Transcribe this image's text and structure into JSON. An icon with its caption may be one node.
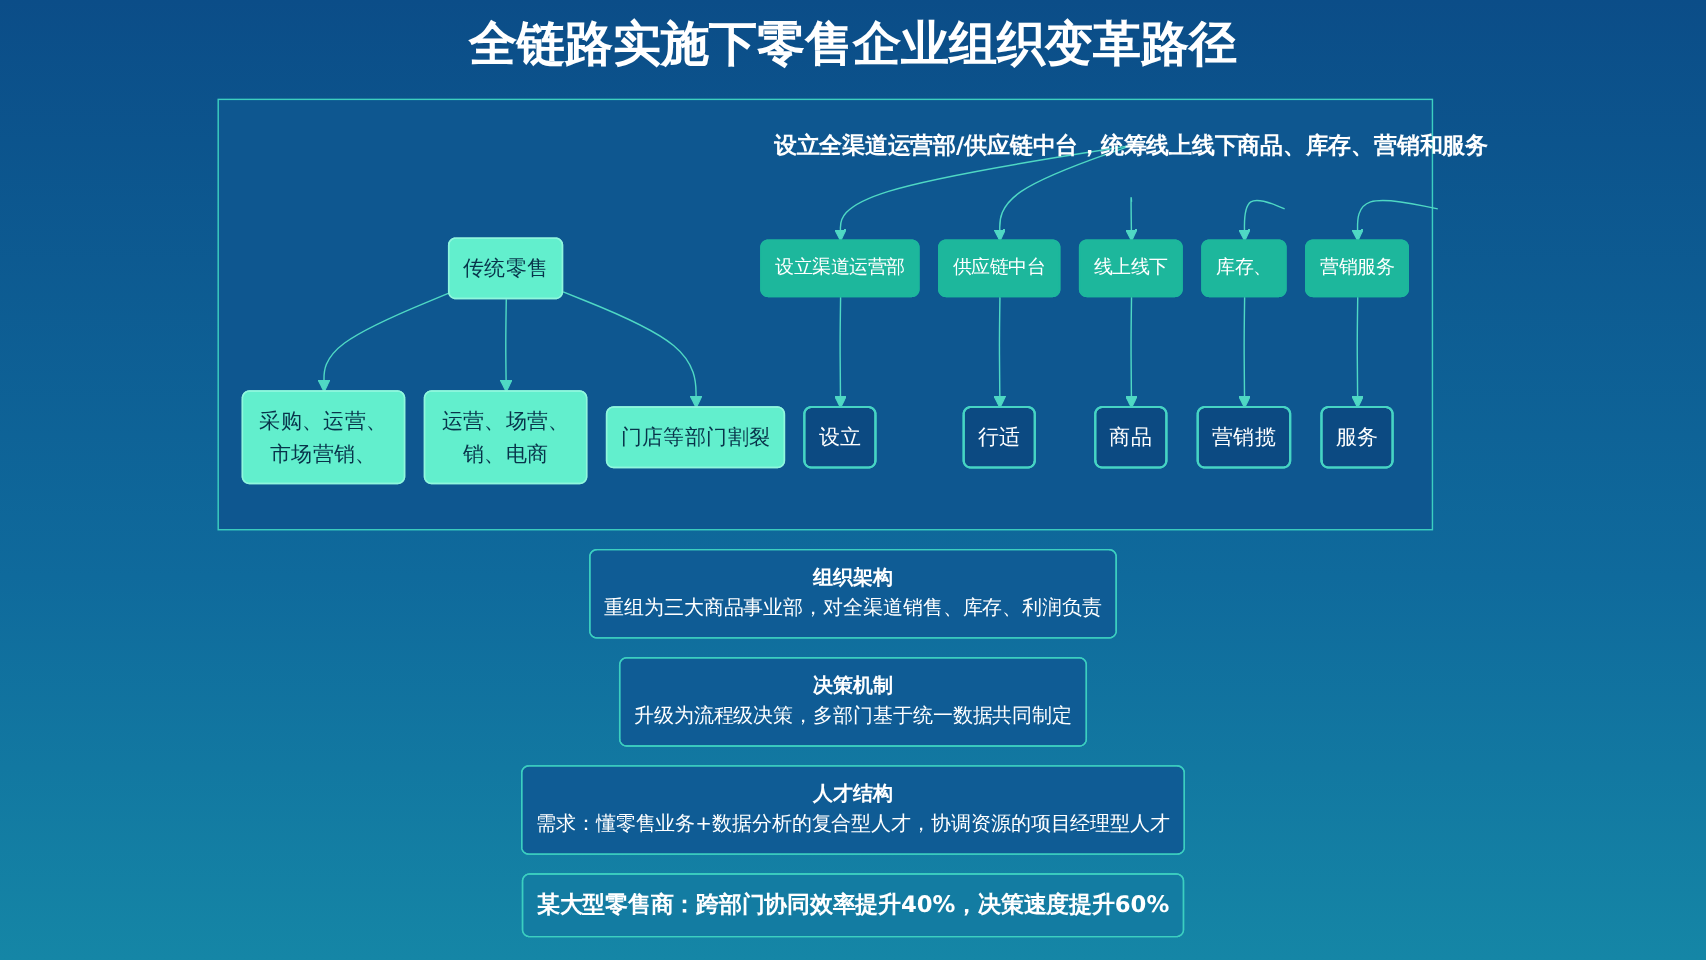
{
  "diagram": {
    "title": "全链路实施下零售企业组织变革路径",
    "nodes": [
      {
        "text": [],
        "shape": "box"
      },
      {
        "text": [
          "传统零售"
        ],
        "in": 0
      },
      {
        "text": [
          "采购、运营、市场营销、"
        ],
        "in": 0
      },
      {
        "text": [
          "运营、场营、销、电商"
        ],
        "in": 0
      },
      {
        "text": [
          "门店等部门割裂"
        ],
        "in": 0
      },
      {
        "text": [
          "设立全渠道运营部/供应链中台，统筹线上线下商品、库存、营销和服务"
        ],
        "in": 0
      },
      {
        "text": [
          "设立渠道运营部"
        ],
        "in": 0
      },
      {
        "text": [
          "供应链中台"
        ],
        "in": 0
      },
      {
        "text": [
          "线上线下"
        ],
        "in": 0
      },
      {
        "text": [
          "库存、"
        ],
        "in": 0
      },
      {
        "text": [
          "营销服务"
        ],
        "in": 0
      },
      {
        "text": [
          "设立"
        ],
        "in": 0
      },
      {
        "text": [
          "行适"
        ],
        "in": 0
      },
      {
        "text": [
          "商品"
        ],
        "in": 0
      },
      {
        "text": [
          "营销揽"
        ],
        "in": 0
      },
      {
        "text": [
          "服务"
        ],
        "in": 0
      },
      {
        "text": [
          "组织架构",
          "重组为三大商品事业部，对全渠道销售、库存、利润负责"
        ]
      },
      {
        "text": [
          "决策机制",
          "升级为流程级决策，多部门基于统一数据共同制定"
        ]
      },
      {
        "text": [
          "人才结构",
          "需求：懂零售业务+数据分析的复合型人才，协调资源的项目经理型人才"
        ]
      },
      {
        "text": [
          "某大型零售商：跨部门协同效率提升40%，决策速度提升60%"
        ]
      }
    ],
    "edges": [
      {
        "from": 1,
        "to": 2,
        "arrow": "to"
      },
      {
        "from": 1,
        "to": 3,
        "arrow": "to"
      },
      {
        "from": 1,
        "to": 4,
        "arrow": "to"
      },
      {
        "from": 5,
        "to": 6,
        "arrow": "to"
      },
      {
        "from": 5,
        "to": 7,
        "arrow": "to"
      },
      {
        "from": 5,
        "to": 8,
        "arrow": "to"
      },
      {
        "from": 5,
        "to": 9,
        "arrow": "to"
      },
      {
        "from": 5,
        "to": 10,
        "arrow": "to"
      },
      {
        "from": 6,
        "to": 11,
        "arrow": "to"
      },
      {
        "from": 7,
        "to": 12,
        "arrow": "to"
      },
      {
        "from": 8,
        "to": 13,
        "arrow": "to"
      },
      {
        "from": 9,
        "to": 14,
        "arrow": "to"
      },
      {
        "from": 10,
        "to": 15,
        "arrow": "to"
      }
    ]
  }
}
